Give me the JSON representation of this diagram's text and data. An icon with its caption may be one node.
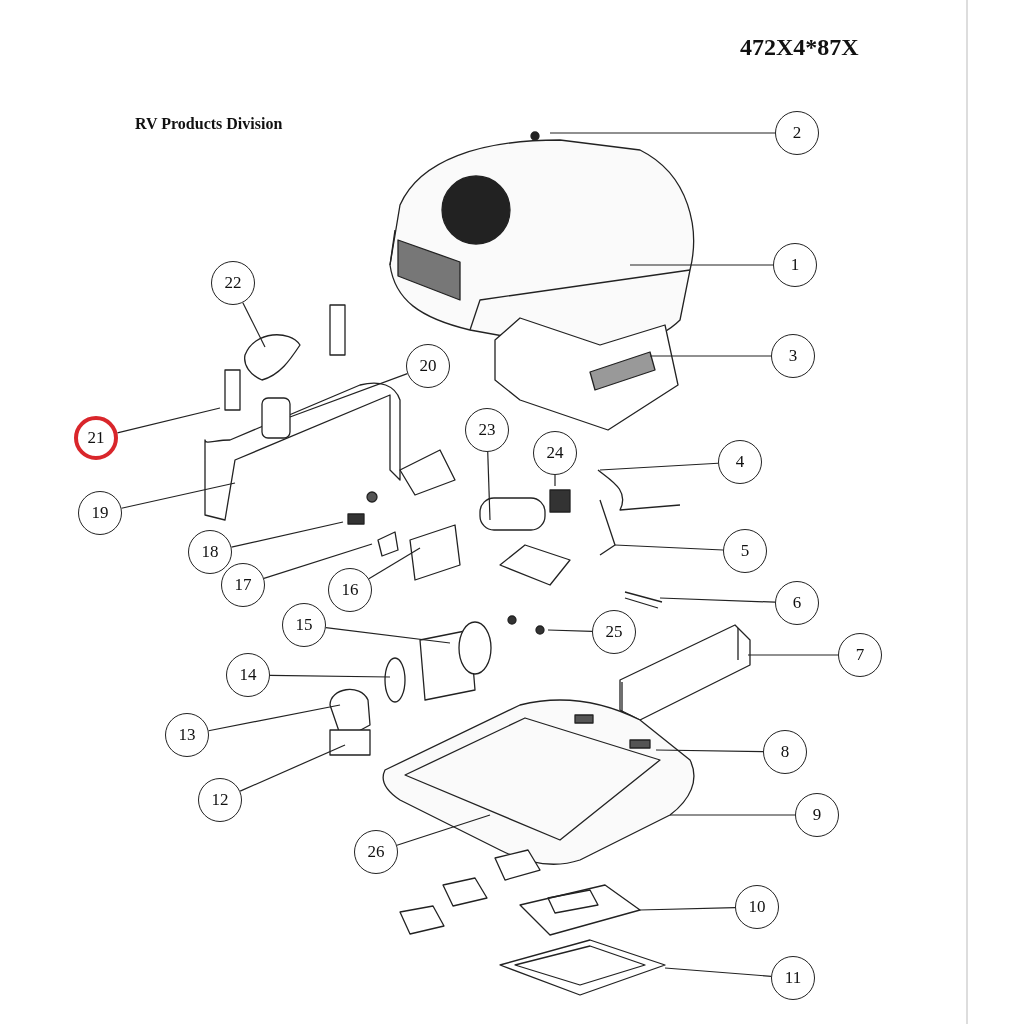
{
  "diagram": {
    "title": "472X4*87X",
    "nodes": [
      {
        "text": [
          "1"
        ]
      },
      {
        "text": [
          "2"
        ]
      },
      {
        "text": [
          "3"
        ]
      },
      {
        "text": [
          "4"
        ]
      },
      {
        "text": [
          "5"
        ]
      },
      {
        "text": [
          "6"
        ]
      },
      {
        "text": [
          "7"
        ]
      },
      {
        "text": [
          "8"
        ]
      },
      {
        "text": [
          "9"
        ]
      },
      {
        "text": [
          "10"
        ]
      },
      {
        "text": [
          "11"
        ]
      },
      {
        "text": [
          "12"
        ]
      },
      {
        "text": [
          "13"
        ]
      },
      {
        "text": [
          "14"
        ]
      },
      {
        "text": [
          "15"
        ]
      },
      {
        "text": [
          "16"
        ]
      },
      {
        "text": [
          "17"
        ]
      },
      {
        "text": [
          "18"
        ]
      },
      {
        "text": [
          "19"
        ]
      },
      {
        "text": [
          "20"
        ]
      },
      {
        "text": [
          "21"
        ]
      },
      {
        "text": [
          "22"
        ]
      },
      {
        "text": [
          "23"
        ]
      },
      {
        "text": [
          "24"
        ]
      },
      {
        "text": [
          "25"
        ]
      },
      {
        "text": [
          "26"
        ]
      }
    ],
    "edges": [
      {
        "from": 0,
        "to": null,
        "arrow": "none"
      },
      {
        "from": 1,
        "to": null,
        "arrow": "none"
      },
      {
        "from": 2,
        "to": null,
        "arrow": "none"
      },
      {
        "from": 3,
        "to": null,
        "arrow": "none"
      },
      {
        "from": 4,
        "to": null,
        "arrow": "none"
      },
      {
        "from": 5,
        "to": null,
        "arrow": "none"
      },
      {
        "from": 6,
        "to": null,
        "arrow": "none"
      },
      {
        "from": 7,
        "to": null,
        "arrow": "none"
      },
      {
        "from": 8,
        "to": null,
        "arrow": "none"
      },
      {
        "from": 9,
        "to": null,
        "arrow": "none"
      },
      {
        "from": 10,
        "to": null,
        "arrow": "none"
      },
      {
        "from": 11,
        "to": null,
        "arrow": "none"
      },
      {
        "from": 12,
        "to": null,
        "arrow": "none"
      },
      {
        "from": 13,
        "to": null,
        "arrow": "none"
      },
      {
        "from": 14,
        "to": null,
        "arrow": "none"
      },
      {
        "from": 15,
        "to": null,
        "arrow": "none"
      },
      {
        "from": 16,
        "to": null,
        "arrow": "none"
      },
      {
        "from": 17,
        "to": null,
        "arrow": "none"
      },
      {
        "from": 18,
        "to": null,
        "arrow": "none"
      },
      {
        "from": 19,
        "to": null,
        "arrow": "none"
      },
      {
        "from": 20,
        "to": null,
        "arrow": "none"
      },
      {
        "from": 21,
        "to": null,
        "arrow": "none"
      },
      {
        "from": 22,
        "to": null,
        "arrow": "none"
      },
      {
        "from": 23,
        "to": null,
        "arrow": "none"
      },
      {
        "from": 24,
        "to": null,
        "arrow": "none"
      },
      {
        "from": 25,
        "to": null,
        "arrow": "none"
      }
    ],
    "labels": [
      "RV Products Division"
    ]
  }
}
